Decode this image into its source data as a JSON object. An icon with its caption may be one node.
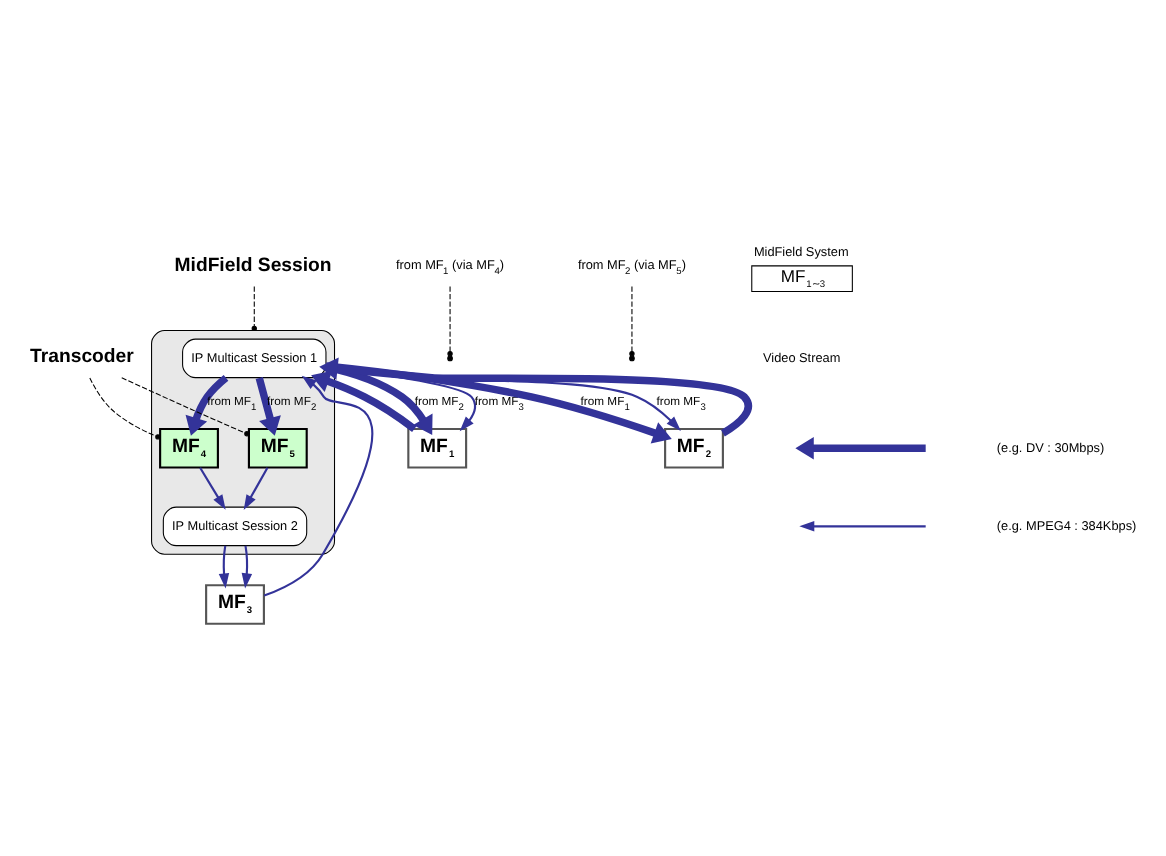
{
  "diagram": {
    "nodes": [
      {
        "text": [
          "MF$_{1}$"
        ]
      },
      {
        "text": [],
        "shape": "box"
      },
      {
        "text": [
          "IP Multicast Session 1"
        ],
        "in": 1
      },
      {
        "text": [
          "MF$_{2}$"
        ]
      },
      {
        "text": [
          "MF$_{4}$"
        ],
        "in": 1
      },
      {
        "text": [
          "MF$_{5}$"
        ],
        "in": 1
      },
      {
        "text": [
          "MidField Session"
        ]
      },
      {
        "text": [
          "Transcoder"
        ]
      },
      {
        "text": [
          "IP Multicast Session 2"
        ],
        "in": 1
      },
      {
        "text": [
          "MF$_{3}$"
        ]
      },
      {
        "text": [
          "from MF$_{1}$ (via MF$_{4}$)"
        ]
      },
      {
        "text": [
          "from MF$_{2}$ (via MF$_{5}$)"
        ]
      },
      {
        "text": [
          "MidField System",
          "MF$_{1∼3}$"
        ]
      }
    ],
    "edges": [
      {
        "from": 2,
        "to": 0,
        "arrow": "to",
        "label": "from MF$_{2}$",
        "style": "thick"
      },
      {
        "from": 0,
        "to": 2,
        "arrow": "to",
        "style": "thick"
      },
      {
        "from": 2,
        "to": 0,
        "arrow": "to",
        "label": "from MF$_{3}$"
      },
      {
        "from": 2,
        "to": 4,
        "arrow": "to",
        "label": "from MF$_{1}$",
        "style": "thick"
      },
      {
        "from": 2,
        "to": 5,
        "arrow": "to",
        "label": "from MF$_{2}$",
        "style": "thick"
      },
      {
        "from": 2,
        "to": 3,
        "arrow": "to",
        "label": "from MF$_{1}$",
        "style": "thick"
      },
      {
        "from": 3,
        "to": 2,
        "arrow": "to",
        "style": "thick"
      },
      {
        "from": 2,
        "to": 3,
        "arrow": "to",
        "label": "from MF$_{3}$"
      },
      {
        "from": 4,
        "to": 8,
        "arrow": "to"
      },
      {
        "from": 5,
        "to": 8,
        "arrow": "to"
      },
      {
        "from": 9,
        "to": 2,
        "arrow": "to"
      },
      {
        "from": 8,
        "to": 9,
        "arrow": "to"
      },
      {
        "from": 8,
        "to": 9,
        "arrow": "to"
      },
      {
        "from": 7,
        "to": 4,
        "arrow": "other",
        "style": "dashed",
        "color": "#000000"
      },
      {
        "from": 7,
        "to": 5,
        "arrow": "other",
        "style": "dashed",
        "color": "#000000"
      },
      {
        "from": 6,
        "to": 1,
        "arrow": "other",
        "style": "dashed",
        "color": "#000000"
      },
      {
        "from": 10,
        "to": null,
        "arrow": "other",
        "style": "dashed",
        "color": "#000000"
      },
      {
        "from": 11,
        "to": null,
        "arrow": "other",
        "style": "dashed",
        "color": "#000000"
      }
    ],
    "labels": [
      "Video Stream"
    ],
    "legend": [
      {
        "text": "(e.g. DV : 30Mbps)"
      },
      {
        "text": "(e.g. MPEG4 : 384Kbps)"
      }
    ]
  }
}
